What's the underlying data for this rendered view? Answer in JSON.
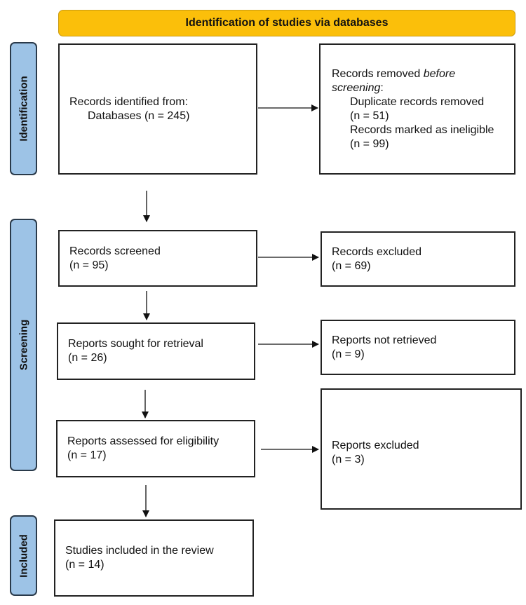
{
  "header": "Identification of studies via databases",
  "phases": {
    "identification": "Identification",
    "screening": "Screening",
    "included": "Included"
  },
  "boxes": {
    "identified": {
      "line1": "Records identified from:",
      "line2": "Databases (n = 245)"
    },
    "removed": {
      "line1a": "Records removed ",
      "line1b": "before",
      "line2": "screening",
      ":": ":",
      "dup": "Duplicate records removed",
      "dup_n": "(n = 51)",
      "inelig": "Records marked as ineligible",
      "inelig_n": "(n = 99)"
    },
    "screened": {
      "label": "Records screened",
      "n": "(n = 95)"
    },
    "excluded": {
      "label": "Records excluded",
      "n": "(n = 69)"
    },
    "sought": {
      "label": "Reports sought for retrieval",
      "n": "(n = 26)"
    },
    "not_retrieved": {
      "label": "Reports not retrieved",
      "n": "(n = 9)"
    },
    "assessed": {
      "label": "Reports assessed for eligibility",
      "n": "(n = 17)"
    },
    "reports_excluded": {
      "label": "Reports excluded",
      "n": "(n = 3)"
    },
    "included": {
      "label": "Studies included in the review",
      "n": "(n = 14)"
    }
  },
  "colors": {
    "header": "#FBBF0A",
    "phase": "#9DC3E6"
  }
}
